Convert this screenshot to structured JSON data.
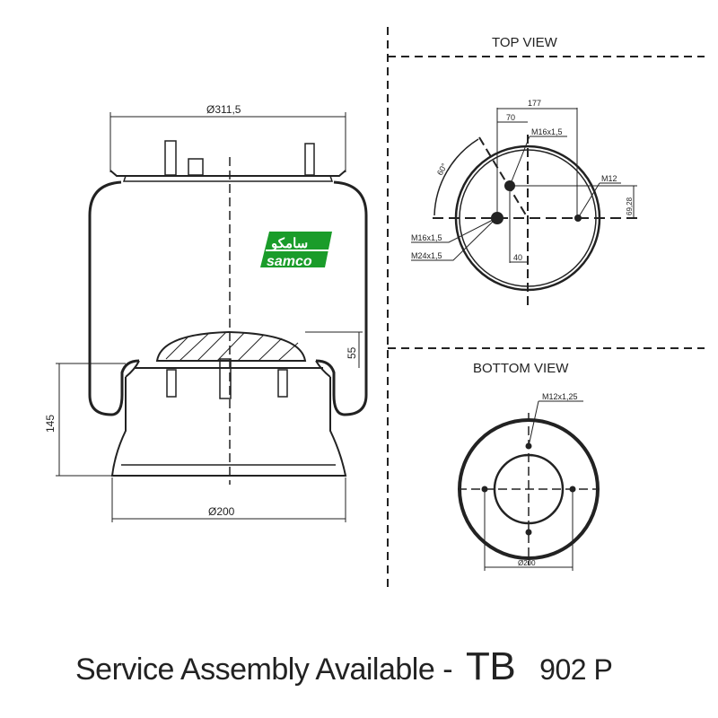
{
  "views": {
    "top": "TOP VIEW",
    "bottom": "BOTTOM VIEW"
  },
  "dimensions": {
    "top_diameter": "Ø311,5",
    "bottom_diameter": "Ø200",
    "height": "145",
    "piston_height": "55",
    "top_177": "177",
    "top_70": "70",
    "top_40": "40",
    "top_69": "69,28",
    "angle": "60°"
  },
  "threads": {
    "m16_top": "M16x1,5",
    "m12": "M12",
    "m16_left": "M16x1,5",
    "m24": "M24x1,5",
    "bottom_m12": "M12x1,25"
  },
  "logo": {
    "text": "samco",
    "arabic": "سامكو",
    "color": "#1a9c2a"
  },
  "caption": {
    "text": "Service Assembly Available -",
    "code": "TB",
    "number": "902 P"
  }
}
